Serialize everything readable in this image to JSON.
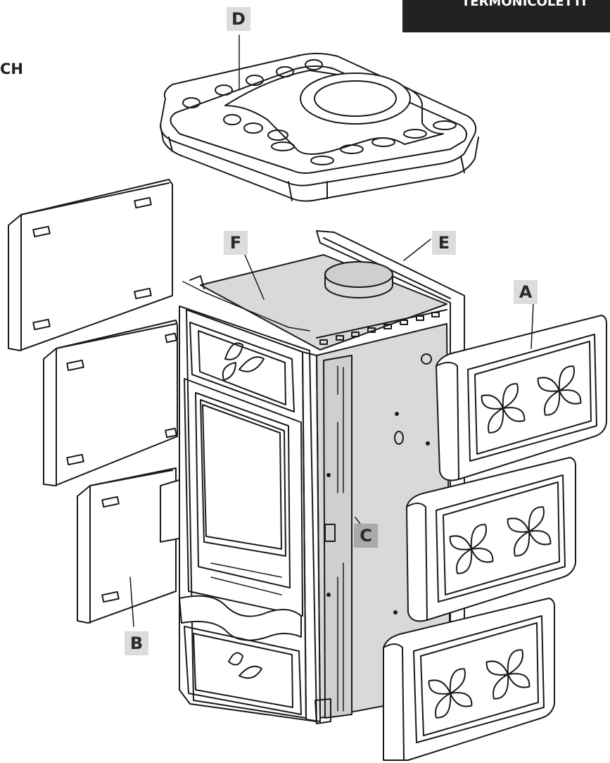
{
  "header": {
    "brand_text": "TERMONICOLETTI"
  },
  "fragment_text": "CH",
  "labels": {
    "a": "A",
    "b": "B",
    "c": "C",
    "d": "D",
    "e": "E",
    "f": "F"
  },
  "colors": {
    "header_bg": "#222222",
    "label_bg": "#dcdcdc",
    "label_dark_bg": "#a9a9a9",
    "stove_body": "#d9d9d9",
    "line": "#1a1a1a"
  }
}
